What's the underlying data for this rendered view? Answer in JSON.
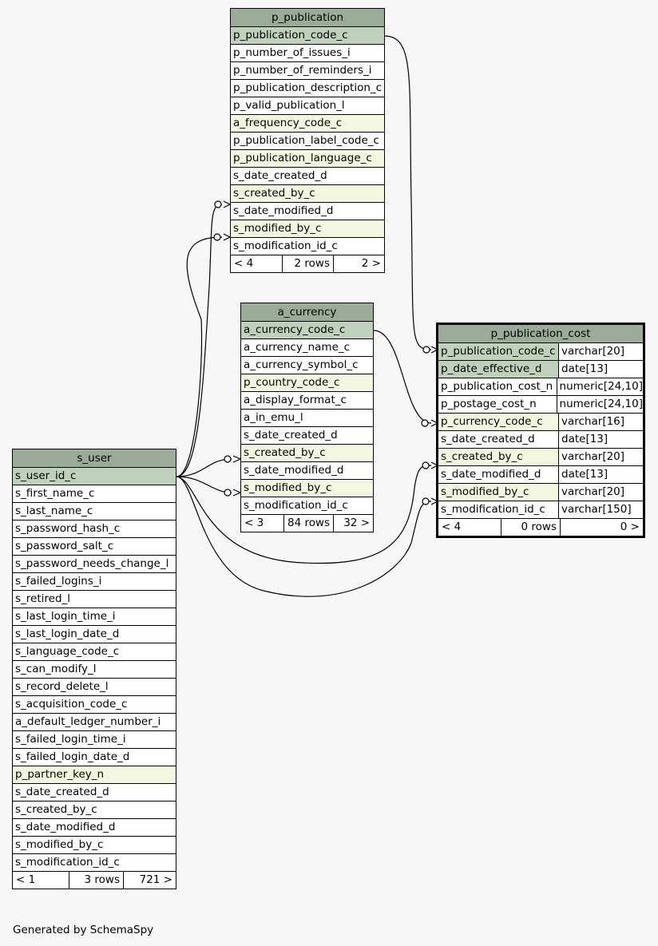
{
  "tables": {
    "p_publication": {
      "title": "p_publication",
      "rows": [
        "p_publication_code_c",
        "p_number_of_issues_i",
        "p_number_of_reminders_i",
        "p_publication_description_c",
        "p_valid_publication_l",
        "a_frequency_code_c",
        "p_publication_label_code_c",
        "p_publication_language_c",
        "s_date_created_d",
        "s_created_by_c",
        "s_date_modified_d",
        "s_modified_by_c",
        "s_modification_id_c"
      ],
      "footer": {
        "left": "< 4",
        "mid": "2 rows",
        "right": "2 >"
      }
    },
    "a_currency": {
      "title": "a_currency",
      "rows": [
        "a_currency_code_c",
        "a_currency_name_c",
        "a_currency_symbol_c",
        "p_country_code_c",
        "a_display_format_c",
        "a_in_emu_l",
        "s_date_created_d",
        "s_created_by_c",
        "s_date_modified_d",
        "s_modified_by_c",
        "s_modification_id_c"
      ],
      "footer": {
        "left": "< 3",
        "mid": "84 rows",
        "right": "32 >"
      }
    },
    "s_user": {
      "title": "s_user",
      "rows": [
        "s_user_id_c",
        "s_first_name_c",
        "s_last_name_c",
        "s_password_hash_c",
        "s_password_salt_c",
        "s_password_needs_change_l",
        "s_failed_logins_i",
        "s_retired_l",
        "s_last_login_time_i",
        "s_last_login_date_d",
        "s_language_code_c",
        "s_can_modify_l",
        "s_record_delete_l",
        "s_acquisition_code_c",
        "a_default_ledger_number_i",
        "s_failed_login_time_i",
        "s_failed_login_date_d",
        "p_partner_key_n",
        "s_date_created_d",
        "s_created_by_c",
        "s_date_modified_d",
        "s_modified_by_c",
        "s_modification_id_c"
      ],
      "footer": {
        "left": "< 1",
        "mid": "3 rows",
        "right": "721 >"
      }
    },
    "p_publication_cost": {
      "title": "p_publication_cost",
      "rows": [
        {
          "name": "p_publication_code_c",
          "type": "varchar[20]"
        },
        {
          "name": "p_date_effective_d",
          "type": "date[13]"
        },
        {
          "name": "p_publication_cost_n",
          "type": "numeric[24,10]"
        },
        {
          "name": "p_postage_cost_n",
          "type": "numeric[24,10]"
        },
        {
          "name": "p_currency_code_c",
          "type": "varchar[16]"
        },
        {
          "name": "s_date_created_d",
          "type": "date[13]"
        },
        {
          "name": "s_created_by_c",
          "type": "varchar[20]"
        },
        {
          "name": "s_date_modified_d",
          "type": "date[13]"
        },
        {
          "name": "s_modified_by_c",
          "type": "varchar[20]"
        },
        {
          "name": "s_modification_id_c",
          "type": "varchar[150]"
        }
      ],
      "footer": {
        "left": "< 4",
        "mid": "0 rows",
        "right": "0 >"
      }
    }
  },
  "credit": "Generated by SchemaSpy"
}
